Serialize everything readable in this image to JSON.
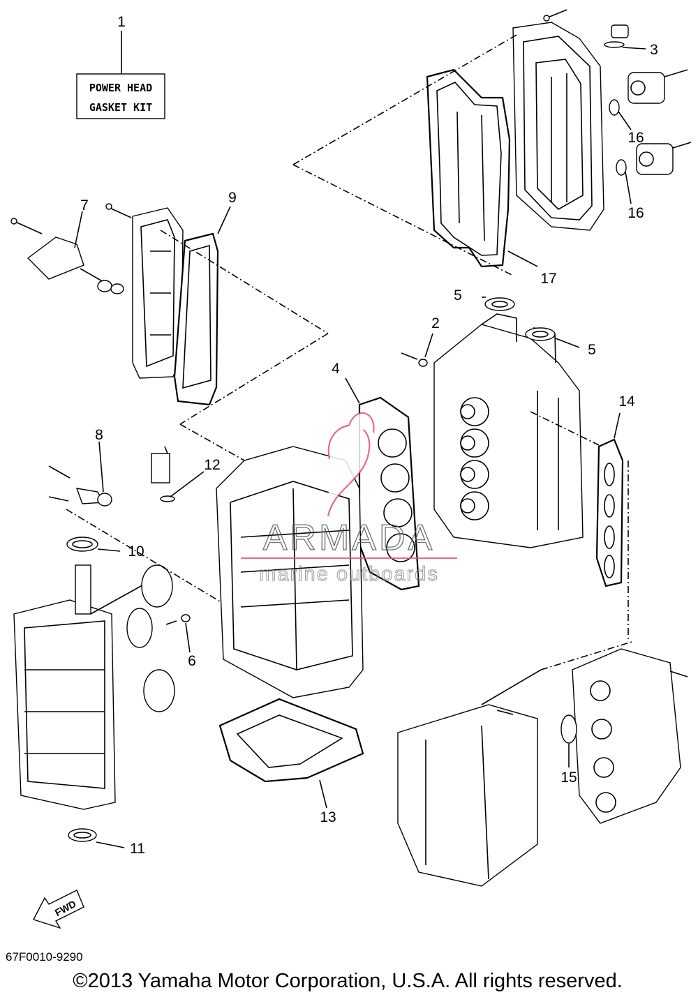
{
  "kit_label": {
    "line1": "POWER HEAD",
    "line2": "GASKET KIT"
  },
  "callouts": [
    "1",
    "2",
    "3",
    "4",
    "5",
    "5",
    "6",
    "7",
    "8",
    "9",
    "10",
    "11",
    "12",
    "13",
    "14",
    "15",
    "16",
    "16",
    "17"
  ],
  "watermark": {
    "brand": "ARMADA",
    "tagline": "marine outboards"
  },
  "direction_label": "FWD",
  "diagram_code": "67F0010-9290",
  "copyright": "©2013 Yamaha Motor Corporation, U.S.A. All rights reserved.",
  "colors": {
    "line": "#000000",
    "watermark_accent": "#e64c86",
    "background": "#ffffff"
  }
}
